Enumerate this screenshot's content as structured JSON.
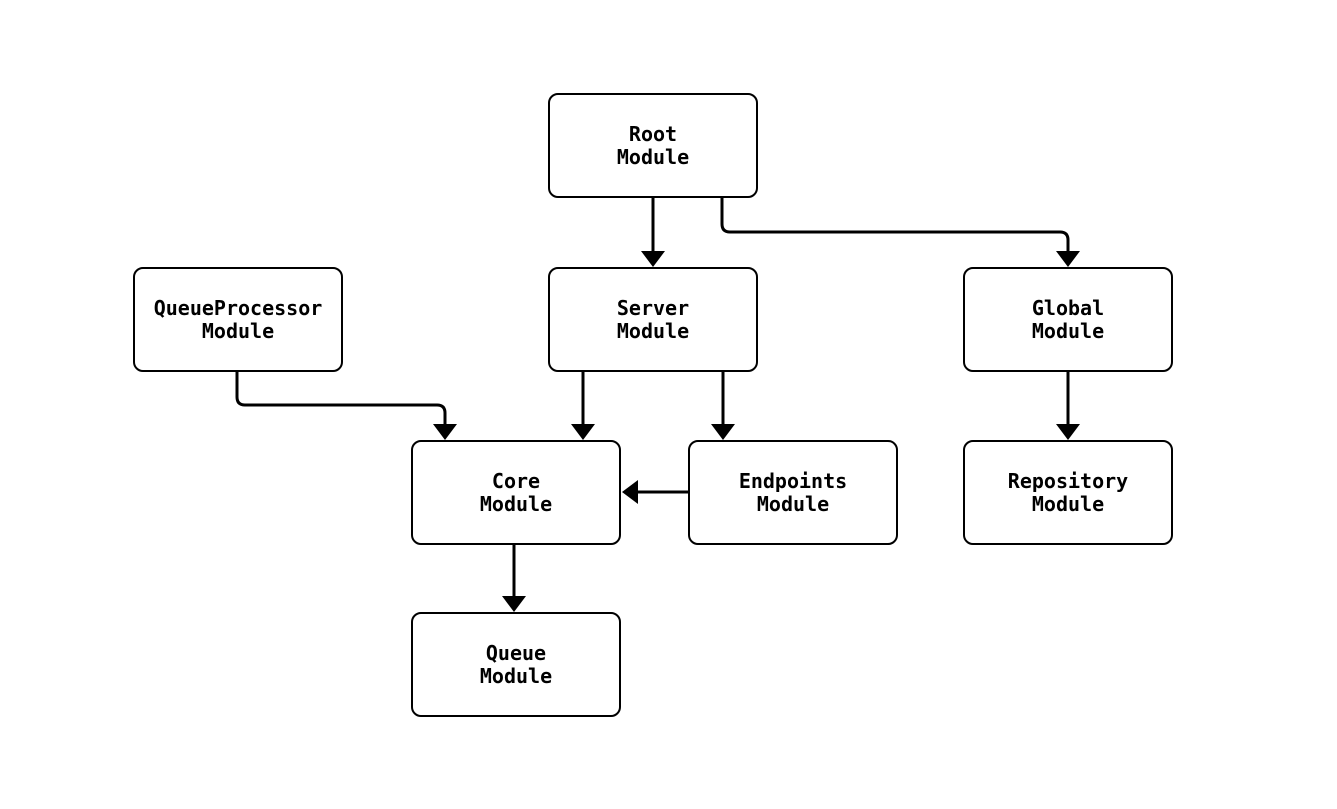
{
  "diagram": {
    "type": "module-dependency-flowchart",
    "colors": {
      "background": "#ffffff",
      "box_fill": "#ffffff",
      "stroke": "#000000",
      "text": "#000000"
    },
    "nodes": [
      {
        "id": "root",
        "label": "Root\nModule"
      },
      {
        "id": "queueprocessor",
        "label": "QueueProcessor\nModule"
      },
      {
        "id": "server",
        "label": "Server\nModule"
      },
      {
        "id": "global",
        "label": "Global\nModule"
      },
      {
        "id": "core",
        "label": "Core\nModule"
      },
      {
        "id": "endpoints",
        "label": "Endpoints\nModule"
      },
      {
        "id": "repository",
        "label": "Repository\nModule"
      },
      {
        "id": "queue",
        "label": "Queue\nModule"
      }
    ],
    "edges": [
      {
        "from": "root",
        "to": "server"
      },
      {
        "from": "root",
        "to": "global"
      },
      {
        "from": "server",
        "to": "core"
      },
      {
        "from": "server",
        "to": "endpoints"
      },
      {
        "from": "queueprocessor",
        "to": "core"
      },
      {
        "from": "endpoints",
        "to": "core"
      },
      {
        "from": "global",
        "to": "repository"
      },
      {
        "from": "core",
        "to": "queue"
      }
    ]
  }
}
